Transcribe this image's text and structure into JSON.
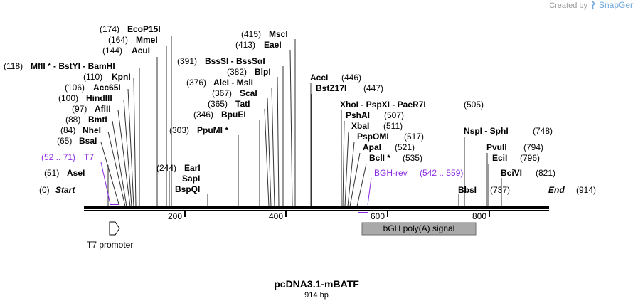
{
  "header": {
    "created_by": "Created by",
    "brand": "SnapGene"
  },
  "map": {
    "name": "pcDNA3.1-mBATF",
    "length_label": "914 bp",
    "length": 914,
    "ticks": [
      "200",
      "400",
      "600",
      "800"
    ],
    "colors": {
      "backbone": "#000000",
      "primer": "#8a2be2",
      "feature": "#a9a9a9",
      "site_line": "#333333"
    }
  },
  "ends": {
    "start": {
      "pos": "(0)",
      "label": "Start"
    },
    "end": {
      "label": "End",
      "pos": "(914)"
    }
  },
  "primers": [
    {
      "range": "(52 .. 71)",
      "name": "T7"
    },
    {
      "name": "BGH-rev",
      "range": "(542 .. 559)"
    }
  ],
  "features": [
    {
      "name": "T7 promoter",
      "type": "promoter"
    },
    {
      "name": "bGH poly(A) signal",
      "type": "terminator"
    }
  ],
  "sites": [
    {
      "pre": "(51)",
      "name": "AseI",
      "post": ""
    },
    {
      "pre": "(65)",
      "name": "BsaI",
      "post": ""
    },
    {
      "pre": "(84)",
      "name": "NheI",
      "post": ""
    },
    {
      "pre": "(88)",
      "name": "BmtI",
      "post": ""
    },
    {
      "pre": "(97)",
      "name": "AflII",
      "post": ""
    },
    {
      "pre": "(100)",
      "name": "HindIII",
      "post": ""
    },
    {
      "pre": "(106)",
      "name": "Acc65I",
      "post": ""
    },
    {
      "pre": "(110)",
      "name": "KpnI",
      "post": ""
    },
    {
      "pre": "(118)",
      "name": "MfII * - BstYI  - BamHI",
      "post": ""
    },
    {
      "pre": "(144)",
      "name": "AcuI",
      "post": ""
    },
    {
      "pre": "(164)",
      "name": "MmeI",
      "post": ""
    },
    {
      "pre": "(174)",
      "name": "EcoP15I",
      "post": ""
    },
    {
      "pre": "(244)",
      "name": "EarI",
      "post": ""
    },
    {
      "pre": "",
      "name": "SapI",
      "post": ""
    },
    {
      "pre": "",
      "name": "BspQI",
      "post": ""
    },
    {
      "pre": "(303)",
      "name": "PpuMI *",
      "post": ""
    },
    {
      "pre": "(346)",
      "name": "BpuEI",
      "post": ""
    },
    {
      "pre": "(365)",
      "name": "TatI",
      "post": ""
    },
    {
      "pre": "(367)",
      "name": "ScaI",
      "post": ""
    },
    {
      "pre": "(376)",
      "name": "AleI  - MslI",
      "post": ""
    },
    {
      "pre": "(382)",
      "name": "BlpI",
      "post": ""
    },
    {
      "pre": "(391)",
      "name": "BssSI  - BssSαI",
      "post": ""
    },
    {
      "pre": "(413)",
      "name": "EaeI",
      "post": ""
    },
    {
      "pre": "(415)",
      "name": "MscI",
      "post": ""
    },
    {
      "pre": "",
      "name": "AccI",
      "post": "(446)"
    },
    {
      "pre": "",
      "name": "BstZ17I",
      "post": "(447)"
    },
    {
      "pre": "",
      "name": "XhoI  - PspXI  - PaeR7I",
      "post": "(505)"
    },
    {
      "pre": "",
      "name": "PshAI",
      "post": "(507)"
    },
    {
      "pre": "",
      "name": "XbaI",
      "post": "(511)"
    },
    {
      "pre": "",
      "name": "PspOMI",
      "post": "(517)"
    },
    {
      "pre": "",
      "name": "ApaI",
      "post": "(521)"
    },
    {
      "pre": "",
      "name": "BclI *",
      "post": "(535)"
    },
    {
      "pre": "",
      "name": "BbsI",
      "post": "(737)"
    },
    {
      "pre": "",
      "name": "NspI  - SphI",
      "post": "(748)"
    },
    {
      "pre": "",
      "name": "PvuII",
      "post": "(794)"
    },
    {
      "pre": "",
      "name": "EciI",
      "post": "(796)"
    },
    {
      "pre": "",
      "name": "BciVI",
      "post": "(821)"
    }
  ]
}
